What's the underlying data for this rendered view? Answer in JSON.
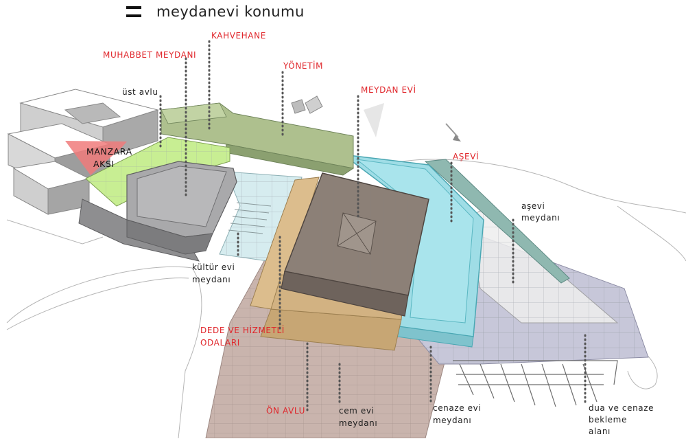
{
  "title": "meydanevi konumu",
  "labels": {
    "muhabbet_meydani": "MUHABBET MEYDANI",
    "kahvehane": "KAHVEHANE",
    "yonetim": "YÖNETİM",
    "meydan_evi": "MEYDAN EVİ",
    "asevi": "AŞEVİ",
    "ust_avlu": "üst avlu",
    "manzara_1": "MANZARA",
    "manzara_2": "AKSI",
    "kultur_evi_1": "kültür evi",
    "kultur_evi_2": "meydanı",
    "asevi_meydani_1": "aşevi",
    "asevi_meydani_2": "meydanı",
    "dede_1": "DEDE VE HİZMETLİ",
    "dede_2": "ODALARI",
    "on_avlu": "ÖN AVLU",
    "cem_evi_1": "cem evi",
    "cem_evi_2": "meydanı",
    "cenaze_1": "cenaze evi",
    "cenaze_2": "meydanı",
    "dua_1": "dua ve cenaze",
    "dua_2": "bekleme",
    "dua_3": "alanı"
  },
  "colors": {
    "accent_red": "#e0262b",
    "kahvehane_green": "#a9bf8a",
    "muhabbet_lightgreen": "#c4ec8e",
    "meydan_evi_brown": "#8a7d73",
    "asevi_cyan": "#9fdde6",
    "dede_tan": "#d9b989",
    "on_avlu_pink": "#c7b3ac",
    "dua_lavender": "#c9c9da",
    "kultur_lightblue": "#d9eef0"
  }
}
